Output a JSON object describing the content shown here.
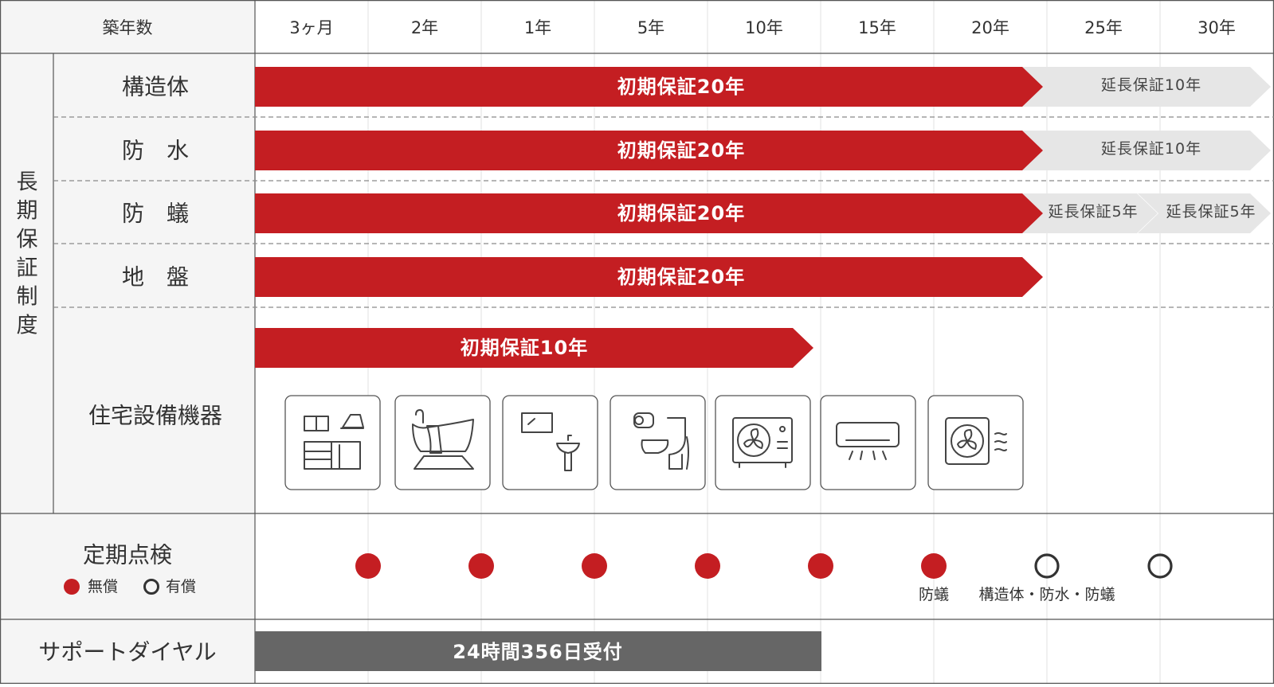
{
  "header": {
    "label": "築年数",
    "years": [
      "3ヶ月",
      "2年",
      "1年",
      "5年",
      "10年",
      "15年",
      "20年",
      "25年",
      "30年"
    ]
  },
  "long_term": {
    "group_label": "長期保証制度",
    "rows": [
      {
        "label": "構造体",
        "initial": "初期保証20年",
        "extensions": [
          "延長保証10年"
        ]
      },
      {
        "label": "防　水",
        "initial": "初期保証20年",
        "extensions": [
          "延長保証10年"
        ]
      },
      {
        "label": "防　蟻",
        "initial": "初期保証20年",
        "extensions": [
          "延長保証5年",
          "延長保証5年"
        ]
      },
      {
        "label": "地　盤",
        "initial": "初期保証20年",
        "extensions": []
      }
    ],
    "equipment": {
      "label": "住宅設備機器",
      "initial": "初期保証10年",
      "icons": [
        "kitchen-icon",
        "bathtub-icon",
        "washbasin-icon",
        "toilet-icon",
        "water-heater-icon",
        "air-conditioner-icon",
        "ventilation-fan-icon"
      ]
    }
  },
  "inspection": {
    "label": "定期点検",
    "legend_free": "無償",
    "legend_paid": "有償",
    "points": [
      {
        "col": 1,
        "type": "free",
        "note": ""
      },
      {
        "col": 2,
        "type": "free",
        "note": ""
      },
      {
        "col": 3,
        "type": "free",
        "note": ""
      },
      {
        "col": 4,
        "type": "free",
        "note": ""
      },
      {
        "col": 5,
        "type": "free",
        "note": ""
      },
      {
        "col": 6,
        "type": "free",
        "note": "防蟻"
      },
      {
        "col": 7,
        "type": "paid",
        "note": "構造体・防水・防蟻"
      },
      {
        "col": 8,
        "type": "paid",
        "note": ""
      }
    ]
  },
  "support": {
    "label": "サポートダイヤル",
    "bar": "24時間356日受付"
  },
  "colors": {
    "red": "#c41e22",
    "gray_arrow": "#e6e6e6",
    "dark_bar": "#666666",
    "label_bg": "#f5f5f5",
    "border": "#555555",
    "grid": "#e2e2e2",
    "dash": "#8a8a8a"
  }
}
